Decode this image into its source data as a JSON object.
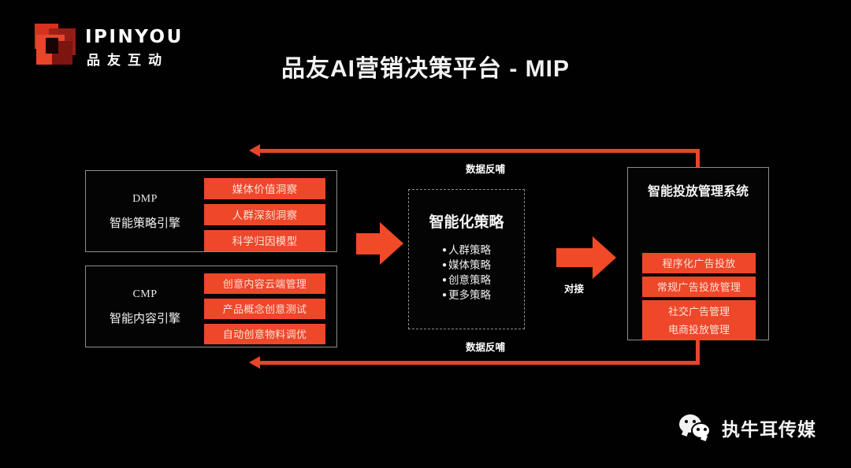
{
  "brand": {
    "logo_wordmark": "IPINYOU",
    "logo_sub": "品友互动",
    "logo_colors": {
      "primary": "#e8452a",
      "dark": "#7c1410"
    }
  },
  "title": "品友AI营销决策平台 - MIP",
  "theme": {
    "background": "#000000",
    "accent": "#ee472a",
    "border": "#8d8d8d",
    "text": "#f2f2f2"
  },
  "diagram": {
    "left_modules": [
      {
        "code": "DMP",
        "name": "智能策略引擎",
        "items": [
          "媒体价值洞察",
          "人群深刻洞察",
          "科学归因模型"
        ]
      },
      {
        "code": "CMP",
        "name": "智能内容引擎",
        "items": [
          "创意内容云端管理",
          "产品概念创意测试",
          "自动创意物料调优"
        ]
      }
    ],
    "center": {
      "title": "智能化策略",
      "bullet_glyph": "●",
      "items": [
        "人群策略",
        "媒体策略",
        "创意策略",
        "更多策略"
      ]
    },
    "right": {
      "title": "智能投放管理系统",
      "items": [
        "程序化广告投放",
        "常规广告投放管理"
      ],
      "grouped_items": [
        "社交广告管理",
        "电商投放管理"
      ]
    },
    "arrows": {
      "mid_to_center": "flow-arrow-right",
      "center_to_right_label": "对接",
      "feedback_top_label": "数据反哺",
      "feedback_bottom_label": "数据反哺"
    }
  },
  "footer": {
    "wechat_icon": "wechat-icon",
    "wechat_account": "执牛耳传媒"
  }
}
